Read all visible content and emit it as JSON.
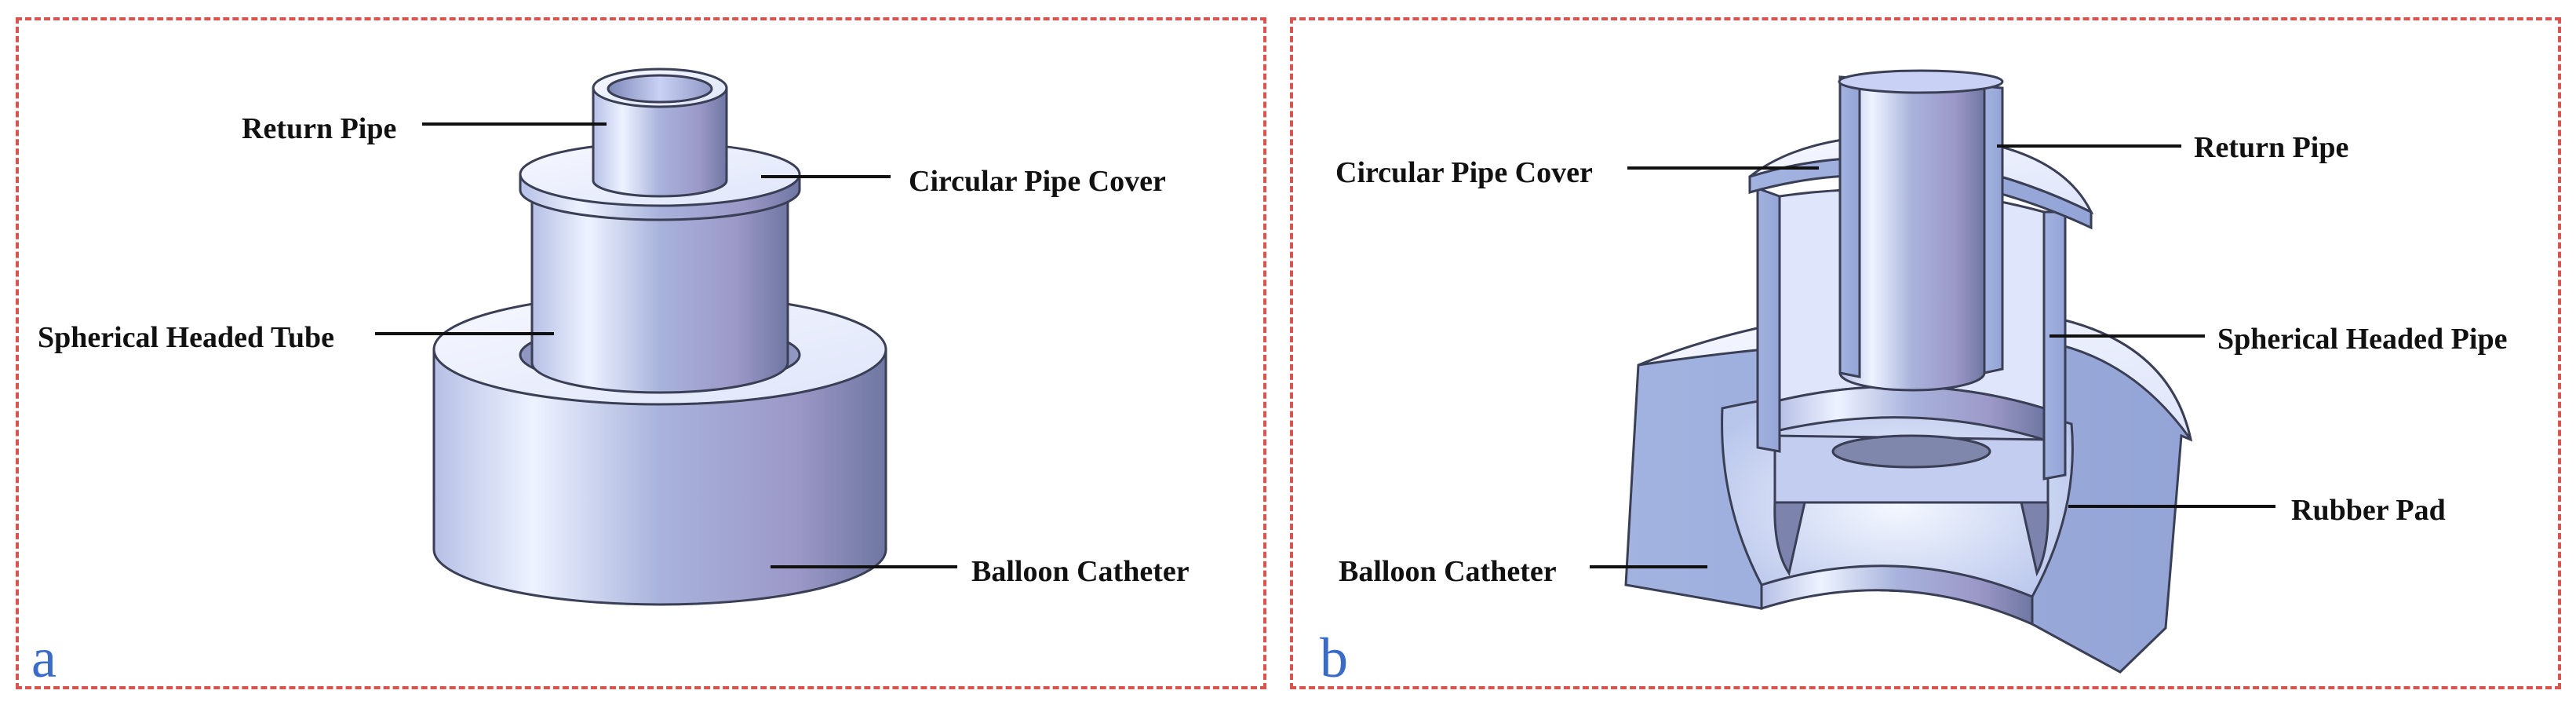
{
  "panels": [
    {
      "letter": "a",
      "labels": {
        "return_pipe": "Return Pipe",
        "circular_pipe_cover": "Circular Pipe Cover",
        "spherical_headed_tube": "Spherical Headed Tube",
        "balloon_catheter": "Balloon Catheter"
      }
    },
    {
      "letter": "b",
      "labels": {
        "circular_pipe_cover": "Circular Pipe Cover",
        "return_pipe": "Return Pipe",
        "spherical_headed_pipe": "Spherical Headed Pipe",
        "rubber_pad": "Rubber Pad",
        "balloon_catheter": "Balloon Catheter"
      }
    }
  ],
  "colors": {
    "frame": "#d9534f",
    "letter": "#3a6bc9",
    "metal_light": "#e4ebff",
    "metal_mid": "#a9b4de",
    "metal_dark": "#6f77a3"
  }
}
